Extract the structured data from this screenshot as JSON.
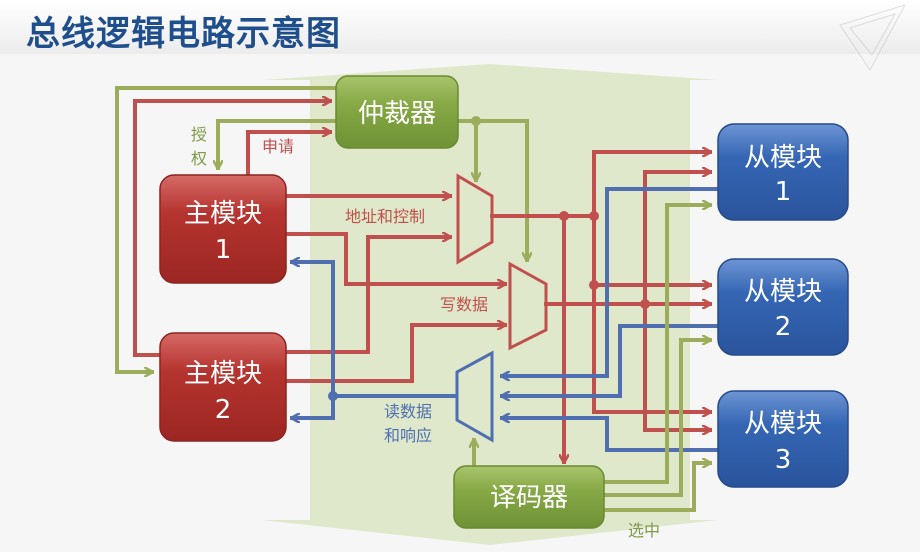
{
  "title": "总线逻辑电路示意图",
  "blocks": {
    "arbiter": "仲裁器",
    "decoder": "译码器",
    "master1": [
      "主模块",
      "1"
    ],
    "master2": [
      "主模块",
      "2"
    ],
    "slave1": [
      "从模块",
      "1"
    ],
    "slave2": [
      "从模块",
      "2"
    ],
    "slave3": [
      "从模块",
      "3"
    ]
  },
  "signals": {
    "grant": [
      "授",
      "权"
    ],
    "request": "申请",
    "addr_ctrl": "地址和控制",
    "write_data": "写数据",
    "read_resp": [
      "读数据",
      "和响应"
    ],
    "select": "选中"
  },
  "colors": {
    "title": "#1f4e8c",
    "master": "#b0302c",
    "slave": "#2f5fa8",
    "control": "#7f9f3f",
    "red_wire": "#c0504d",
    "blue_wire": "#4f6fb0",
    "green_wire": "#9bad5a",
    "background_arrow": "#dfe8cb"
  }
}
